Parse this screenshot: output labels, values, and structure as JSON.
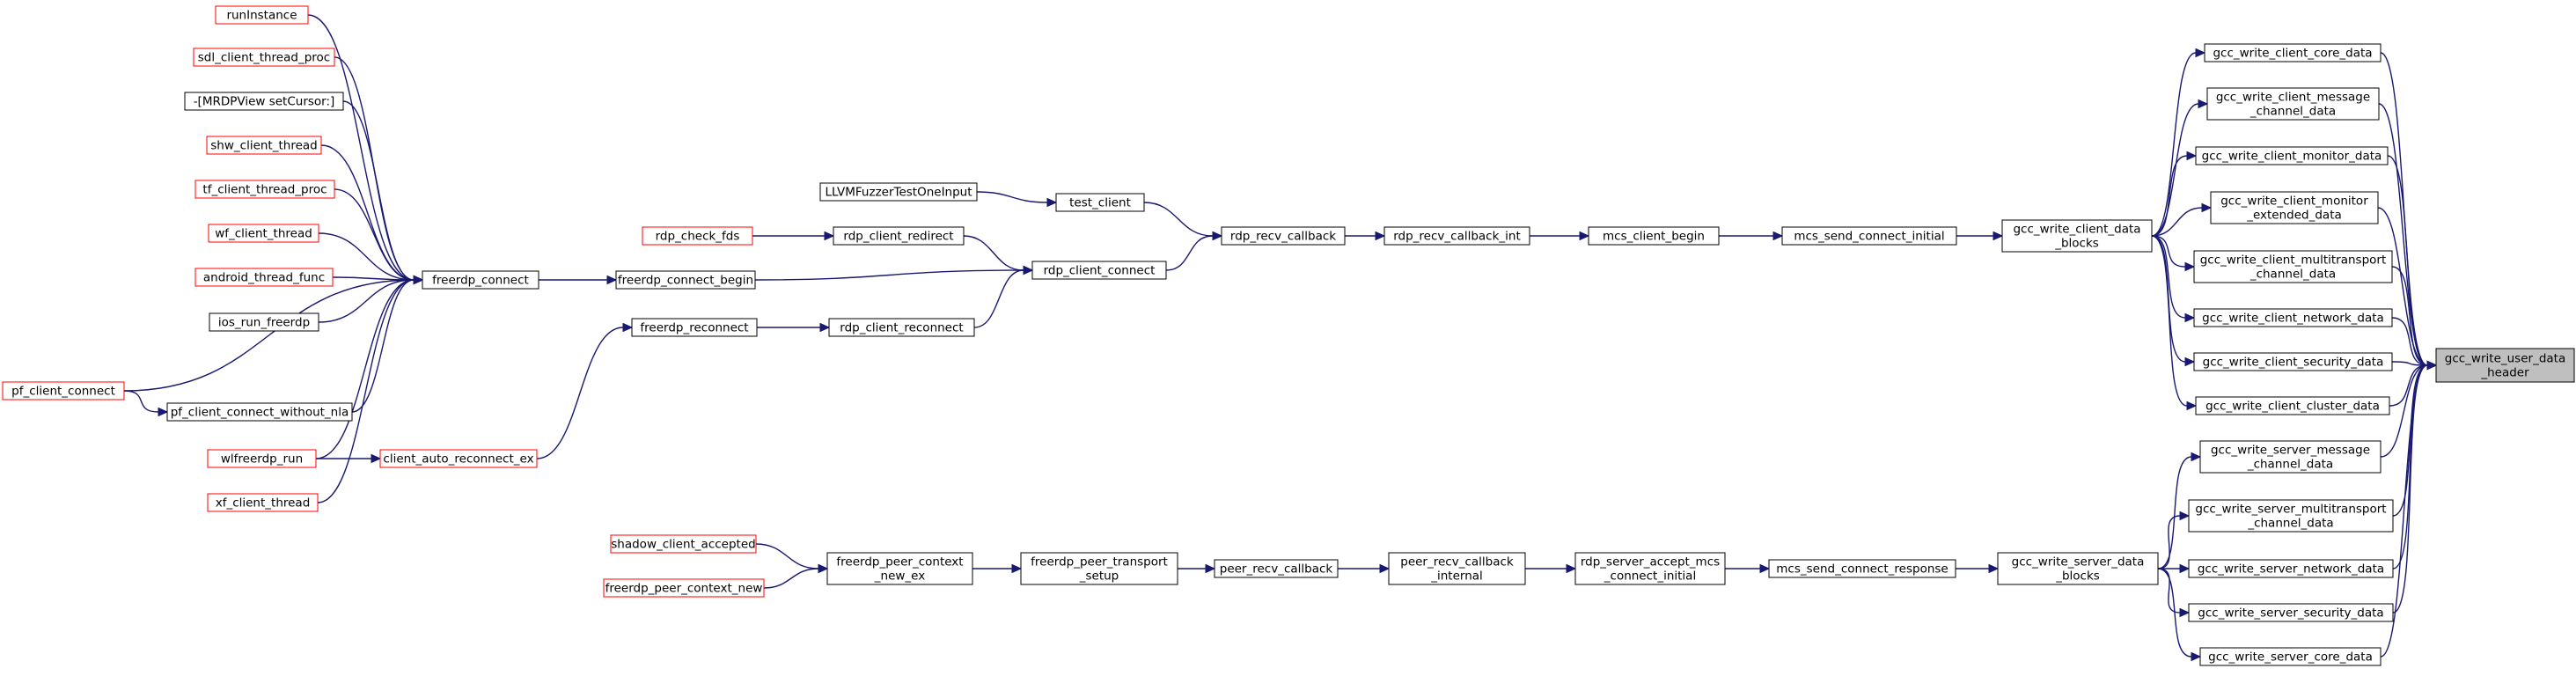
{
  "graph": {
    "focus_node": "gcc_write_user_data\n_header",
    "colors": {
      "edge": "#191970",
      "normal_border": "#000000",
      "red_border": "#ff0000",
      "focus_fill": "#bfbfbf"
    },
    "nodes": [
      {
        "id": "runInstance",
        "label": "runInstance",
        "style": "red"
      },
      {
        "id": "sdl_client_thread_proc",
        "label": "sdl_client_thread_proc",
        "style": "red"
      },
      {
        "id": "mrdp_setcursor",
        "label": "-[MRDPView setCursor:]",
        "style": "normal"
      },
      {
        "id": "shw_client_thread",
        "label": "shw_client_thread",
        "style": "red"
      },
      {
        "id": "tf_client_thread_proc",
        "label": "tf_client_thread_proc",
        "style": "red"
      },
      {
        "id": "wf_client_thread",
        "label": "wf_client_thread",
        "style": "red"
      },
      {
        "id": "android_thread_func",
        "label": "android_thread_func",
        "style": "red"
      },
      {
        "id": "ios_run_freerdp",
        "label": "ios_run_freerdp",
        "style": "normal"
      },
      {
        "id": "pf_client_connect",
        "label": "pf_client_connect",
        "style": "red"
      },
      {
        "id": "pf_client_connect_without_nla",
        "label": "pf_client_connect_without_nla",
        "style": "normal"
      },
      {
        "id": "wlfreerdp_run",
        "label": "wlfreerdp_run",
        "style": "red"
      },
      {
        "id": "xf_client_thread",
        "label": "xf_client_thread",
        "style": "red"
      },
      {
        "id": "client_auto_reconnect_ex",
        "label": "client_auto_reconnect_ex",
        "style": "red"
      },
      {
        "id": "freerdp_connect",
        "label": "freerdp_connect",
        "style": "normal"
      },
      {
        "id": "freerdp_connect_begin",
        "label": "freerdp_connect_begin",
        "style": "normal"
      },
      {
        "id": "freerdp_reconnect",
        "label": "freerdp_reconnect",
        "style": "normal"
      },
      {
        "id": "rdp_check_fds",
        "label": "rdp_check_fds",
        "style": "red"
      },
      {
        "id": "LLVMFuzzerTestOneInput",
        "label": "LLVMFuzzerTestOneInput",
        "style": "normal"
      },
      {
        "id": "rdp_client_redirect",
        "label": "rdp_client_redirect",
        "style": "normal"
      },
      {
        "id": "rdp_client_reconnect",
        "label": "rdp_client_reconnect",
        "style": "normal"
      },
      {
        "id": "test_client",
        "label": "test_client",
        "style": "normal"
      },
      {
        "id": "rdp_client_connect",
        "label": "rdp_client_connect",
        "style": "normal"
      },
      {
        "id": "rdp_recv_callback",
        "label": "rdp_recv_callback",
        "style": "normal"
      },
      {
        "id": "rdp_recv_callback_int",
        "label": "rdp_recv_callback_int",
        "style": "normal"
      },
      {
        "id": "mcs_client_begin",
        "label": "mcs_client_begin",
        "style": "normal"
      },
      {
        "id": "mcs_send_connect_initial",
        "label": "mcs_send_connect_initial",
        "style": "normal"
      },
      {
        "id": "gcc_write_client_data_blocks",
        "label": "gcc_write_client_data\n_blocks",
        "style": "normal"
      },
      {
        "id": "gcc_write_client_core_data",
        "label": "gcc_write_client_core_data",
        "style": "normal"
      },
      {
        "id": "gcc_write_client_message_channel_data",
        "label": "gcc_write_client_message\n_channel_data",
        "style": "normal"
      },
      {
        "id": "gcc_write_client_monitor_data",
        "label": "gcc_write_client_monitor_data",
        "style": "normal"
      },
      {
        "id": "gcc_write_client_monitor_extended_data",
        "label": "gcc_write_client_monitor\n_extended_data",
        "style": "normal"
      },
      {
        "id": "gcc_write_client_multitransport_channel_data",
        "label": "gcc_write_client_multitransport\n_channel_data",
        "style": "normal"
      },
      {
        "id": "gcc_write_client_network_data",
        "label": "gcc_write_client_network_data",
        "style": "normal"
      },
      {
        "id": "gcc_write_client_security_data",
        "label": "gcc_write_client_security_data",
        "style": "normal"
      },
      {
        "id": "gcc_write_client_cluster_data",
        "label": "gcc_write_client_cluster_data",
        "style": "normal"
      },
      {
        "id": "gcc_write_user_data_header",
        "label": "gcc_write_user_data\n_header",
        "style": "focus"
      },
      {
        "id": "shadow_client_accepted",
        "label": "shadow_client_accepted",
        "style": "red"
      },
      {
        "id": "freerdp_peer_context_new",
        "label": "freerdp_peer_context_new",
        "style": "red"
      },
      {
        "id": "freerdp_peer_context_new_ex",
        "label": "freerdp_peer_context\n_new_ex",
        "style": "normal"
      },
      {
        "id": "freerdp_peer_transport_setup",
        "label": "freerdp_peer_transport\n_setup",
        "style": "normal"
      },
      {
        "id": "peer_recv_callback",
        "label": "peer_recv_callback",
        "style": "normal"
      },
      {
        "id": "peer_recv_callback_internal",
        "label": "peer_recv_callback\n_internal",
        "style": "normal"
      },
      {
        "id": "rdp_server_accept_mcs_connect_initial",
        "label": "rdp_server_accept_mcs\n_connect_initial",
        "style": "normal"
      },
      {
        "id": "mcs_send_connect_response",
        "label": "mcs_send_connect_response",
        "style": "normal"
      },
      {
        "id": "gcc_write_server_data_blocks",
        "label": "gcc_write_server_data\n_blocks",
        "style": "normal"
      },
      {
        "id": "gcc_write_server_message_channel_data",
        "label": "gcc_write_server_message\n_channel_data",
        "style": "normal"
      },
      {
        "id": "gcc_write_server_multitransport_channel_data",
        "label": "gcc_write_server_multitransport\n_channel_data",
        "style": "normal"
      },
      {
        "id": "gcc_write_server_network_data",
        "label": "gcc_write_server_network_data",
        "style": "normal"
      },
      {
        "id": "gcc_write_server_security_data",
        "label": "gcc_write_server_security_data",
        "style": "normal"
      },
      {
        "id": "gcc_write_server_core_data",
        "label": "gcc_write_server_core_data",
        "style": "normal"
      }
    ],
    "edges": [
      [
        "runInstance",
        "freerdp_connect"
      ],
      [
        "sdl_client_thread_proc",
        "freerdp_connect"
      ],
      [
        "mrdp_setcursor",
        "freerdp_connect"
      ],
      [
        "shw_client_thread",
        "freerdp_connect"
      ],
      [
        "tf_client_thread_proc",
        "freerdp_connect"
      ],
      [
        "wf_client_thread",
        "freerdp_connect"
      ],
      [
        "android_thread_func",
        "freerdp_connect"
      ],
      [
        "ios_run_freerdp",
        "freerdp_connect"
      ],
      [
        "pf_client_connect",
        "freerdp_connect"
      ],
      [
        "pf_client_connect",
        "pf_client_connect_without_nla"
      ],
      [
        "pf_client_connect_without_nla",
        "freerdp_connect"
      ],
      [
        "wlfreerdp_run",
        "freerdp_connect"
      ],
      [
        "wlfreerdp_run",
        "client_auto_reconnect_ex"
      ],
      [
        "xf_client_thread",
        "freerdp_connect"
      ],
      [
        "client_auto_reconnect_ex",
        "freerdp_reconnect"
      ],
      [
        "freerdp_connect",
        "freerdp_connect_begin"
      ],
      [
        "freerdp_connect_begin",
        "rdp_client_connect"
      ],
      [
        "freerdp_reconnect",
        "rdp_client_reconnect"
      ],
      [
        "rdp_check_fds",
        "rdp_client_redirect"
      ],
      [
        "rdp_client_redirect",
        "rdp_client_connect"
      ],
      [
        "rdp_client_reconnect",
        "rdp_client_connect"
      ],
      [
        "LLVMFuzzerTestOneInput",
        "test_client"
      ],
      [
        "test_client",
        "rdp_recv_callback"
      ],
      [
        "rdp_client_connect",
        "rdp_recv_callback"
      ],
      [
        "rdp_recv_callback",
        "rdp_recv_callback_int"
      ],
      [
        "rdp_recv_callback_int",
        "mcs_client_begin"
      ],
      [
        "mcs_client_begin",
        "mcs_send_connect_initial"
      ],
      [
        "mcs_send_connect_initial",
        "gcc_write_client_data_blocks"
      ],
      [
        "gcc_write_client_data_blocks",
        "gcc_write_client_core_data"
      ],
      [
        "gcc_write_client_data_blocks",
        "gcc_write_client_message_channel_data"
      ],
      [
        "gcc_write_client_data_blocks",
        "gcc_write_client_monitor_data"
      ],
      [
        "gcc_write_client_data_blocks",
        "gcc_write_client_monitor_extended_data"
      ],
      [
        "gcc_write_client_data_blocks",
        "gcc_write_client_multitransport_channel_data"
      ],
      [
        "gcc_write_client_data_blocks",
        "gcc_write_client_network_data"
      ],
      [
        "gcc_write_client_data_blocks",
        "gcc_write_client_security_data"
      ],
      [
        "gcc_write_client_data_blocks",
        "gcc_write_client_cluster_data"
      ],
      [
        "gcc_write_client_core_data",
        "gcc_write_user_data_header"
      ],
      [
        "gcc_write_client_message_channel_data",
        "gcc_write_user_data_header"
      ],
      [
        "gcc_write_client_monitor_data",
        "gcc_write_user_data_header"
      ],
      [
        "gcc_write_client_monitor_extended_data",
        "gcc_write_user_data_header"
      ],
      [
        "gcc_write_client_multitransport_channel_data",
        "gcc_write_user_data_header"
      ],
      [
        "gcc_write_client_network_data",
        "gcc_write_user_data_header"
      ],
      [
        "gcc_write_client_security_data",
        "gcc_write_user_data_header"
      ],
      [
        "gcc_write_client_cluster_data",
        "gcc_write_user_data_header"
      ],
      [
        "shadow_client_accepted",
        "freerdp_peer_context_new_ex"
      ],
      [
        "freerdp_peer_context_new",
        "freerdp_peer_context_new_ex"
      ],
      [
        "freerdp_peer_context_new_ex",
        "freerdp_peer_transport_setup"
      ],
      [
        "freerdp_peer_transport_setup",
        "peer_recv_callback"
      ],
      [
        "peer_recv_callback",
        "peer_recv_callback_internal"
      ],
      [
        "peer_recv_callback_internal",
        "rdp_server_accept_mcs_connect_initial"
      ],
      [
        "rdp_server_accept_mcs_connect_initial",
        "mcs_send_connect_response"
      ],
      [
        "mcs_send_connect_response",
        "gcc_write_server_data_blocks"
      ],
      [
        "gcc_write_server_data_blocks",
        "gcc_write_server_message_channel_data"
      ],
      [
        "gcc_write_server_data_blocks",
        "gcc_write_server_multitransport_channel_data"
      ],
      [
        "gcc_write_server_data_blocks",
        "gcc_write_server_network_data"
      ],
      [
        "gcc_write_server_data_blocks",
        "gcc_write_server_security_data"
      ],
      [
        "gcc_write_server_data_blocks",
        "gcc_write_server_core_data"
      ],
      [
        "gcc_write_server_message_channel_data",
        "gcc_write_user_data_header"
      ],
      [
        "gcc_write_server_multitransport_channel_data",
        "gcc_write_user_data_header"
      ],
      [
        "gcc_write_server_network_data",
        "gcc_write_user_data_header"
      ],
      [
        "gcc_write_server_security_data",
        "gcc_write_user_data_header"
      ],
      [
        "gcc_write_server_core_data",
        "gcc_write_user_data_header"
      ]
    ]
  }
}
